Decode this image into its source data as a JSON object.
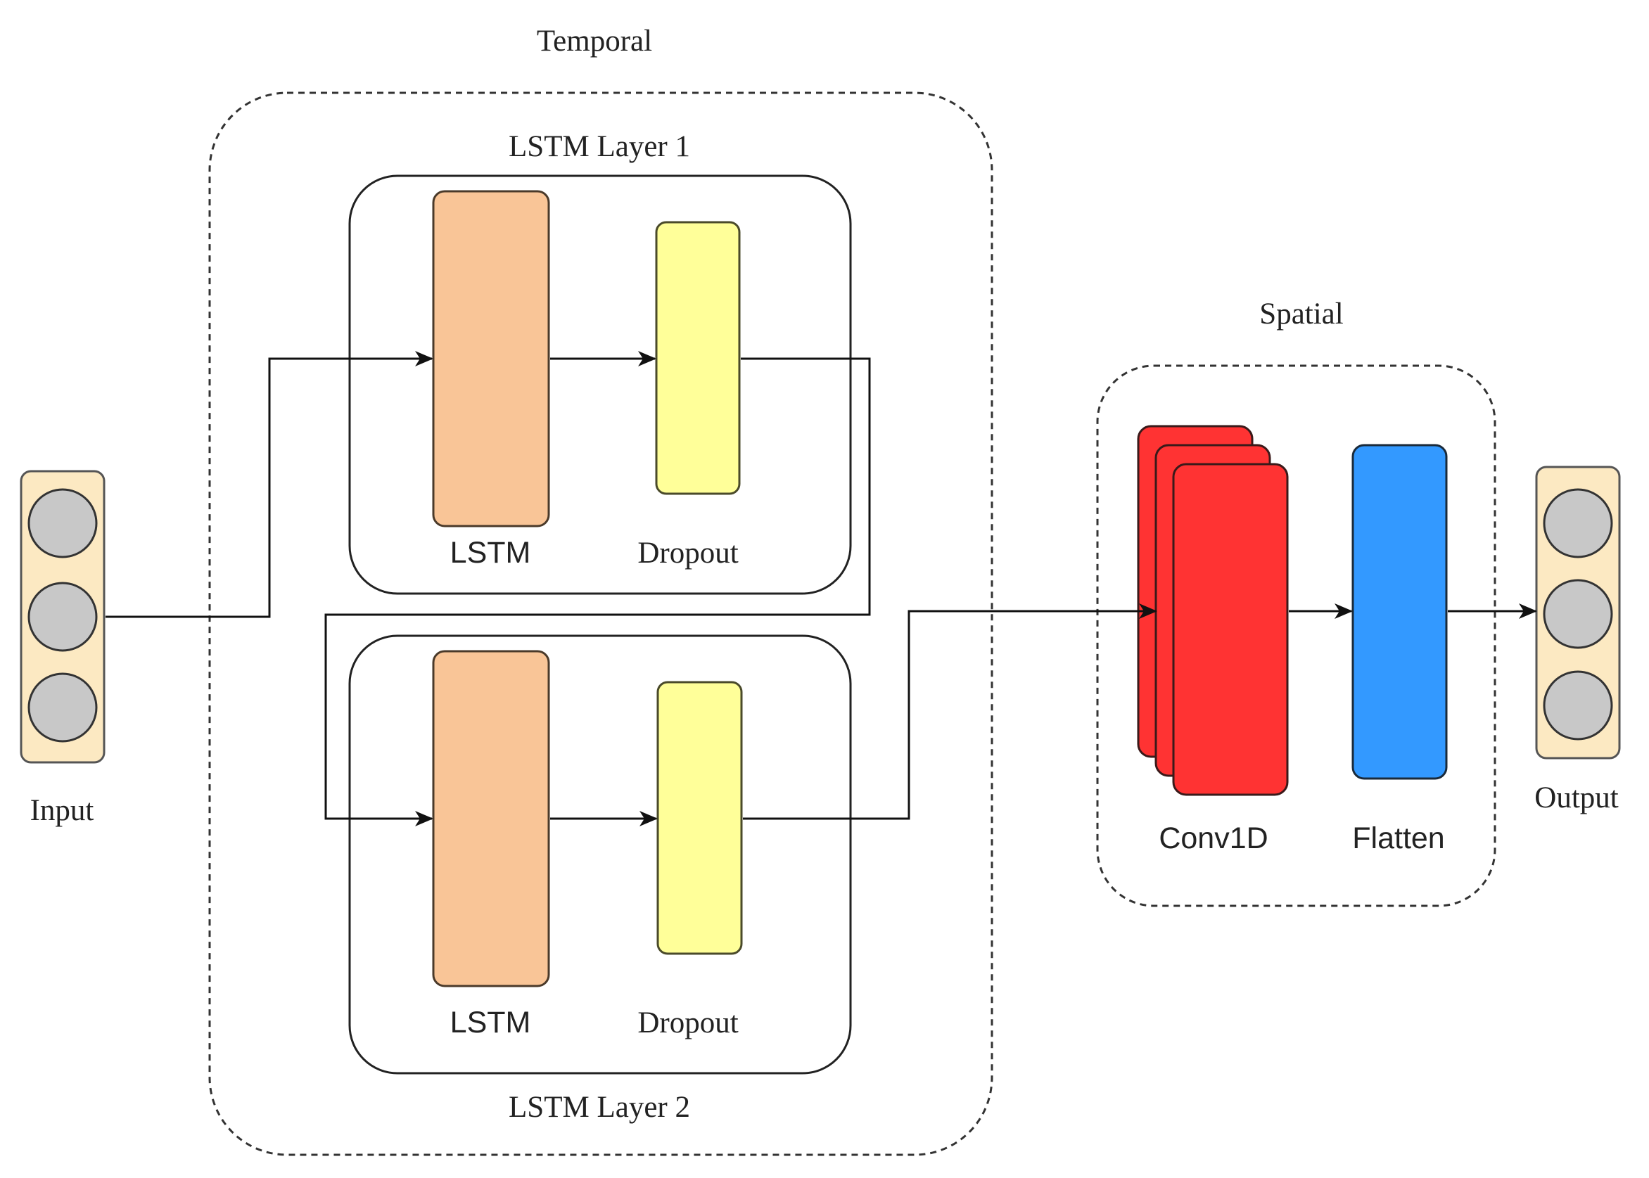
{
  "groups": {
    "temporal_label": "Temporal",
    "spatial_label": "Spatial",
    "lstm_layer1_label": "LSTM Layer 1",
    "lstm_layer2_label": "LSTM Layer 2"
  },
  "io": {
    "input_label": "Input",
    "output_label": "Output"
  },
  "blocks": {
    "layer1_lstm_label": "LSTM",
    "layer1_dropout_label": "Dropout",
    "layer2_lstm_label": "LSTM",
    "layer2_dropout_label": "Dropout",
    "conv1d_label": "Conv1D",
    "flatten_label": "Flatten"
  },
  "colors": {
    "lstm_fill": "#F9C597",
    "dropout_fill": "#FFFF99",
    "conv_fill": "#FF3333",
    "flatten_fill": "#3399FF",
    "io_fill": "#FCE9C2",
    "node_fill": "#C8C8C8",
    "stroke": "#222222"
  }
}
